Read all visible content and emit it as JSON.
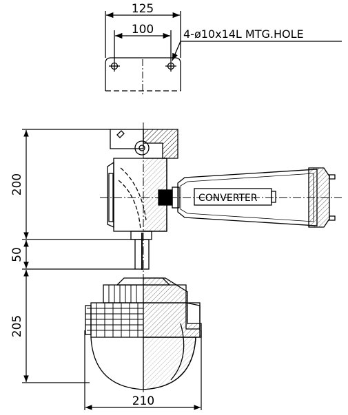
{
  "dimensions": {
    "top_outer": "125",
    "top_inner": "100",
    "height_upper": "200",
    "height_middle": "50",
    "height_lower": "205",
    "bottom_width": "210"
  },
  "notes": {
    "mounting_hole": "4-ø10x14L MTG.HOLE"
  },
  "labels": {
    "converter": "CONVERTER"
  }
}
